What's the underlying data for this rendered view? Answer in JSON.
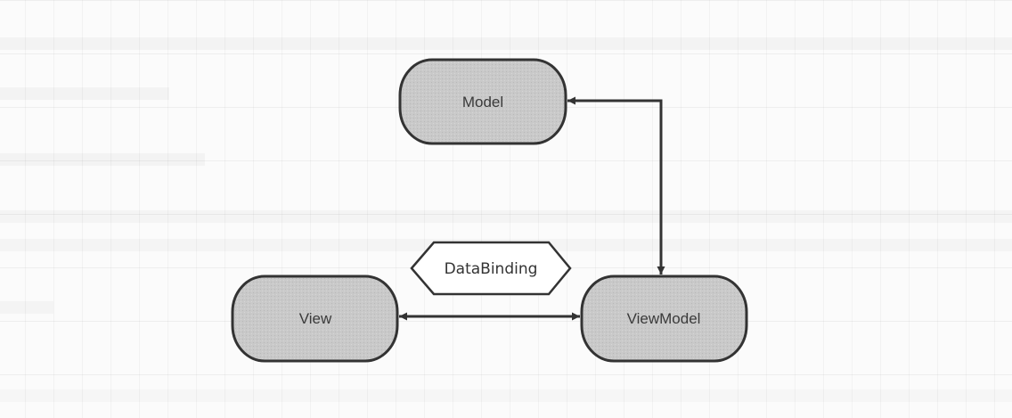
{
  "diagram": {
    "type": "MVVM architecture",
    "nodes": [
      {
        "id": "model",
        "label": "Model"
      },
      {
        "id": "view",
        "label": "View"
      },
      {
        "id": "viewmodel",
        "label": "ViewModel"
      }
    ],
    "binding_label": "DataBinding",
    "edges": [
      {
        "from": "viewmodel",
        "to": "model",
        "direction": "bidirectional"
      },
      {
        "from": "view",
        "to": "viewmodel",
        "direction": "bidirectional"
      }
    ],
    "colors": {
      "node_fill": "#c9c9c9",
      "node_stroke": "#333333",
      "arrow": "#333333",
      "background": "#fbfbfb"
    }
  }
}
